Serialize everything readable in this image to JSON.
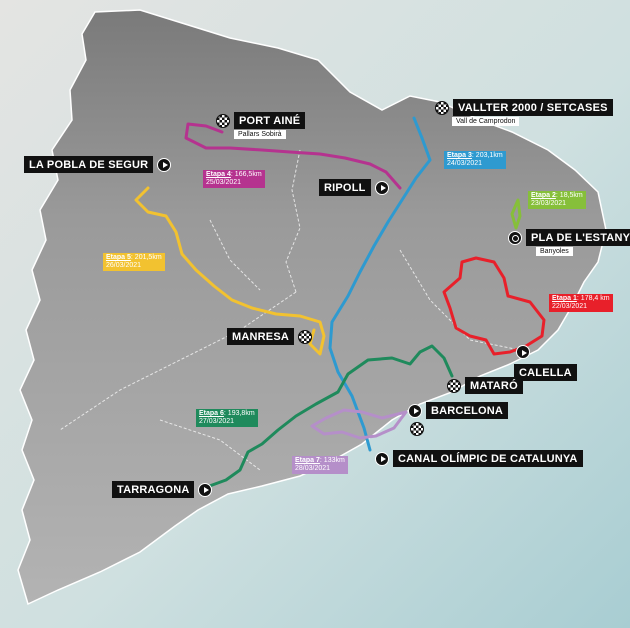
{
  "colors": {
    "sea": "#c4d8da",
    "land": "#8e8e8e",
    "stage1": "#e8202a",
    "stage2": "#86bf3a",
    "stage3": "#2e9ad0",
    "stage4": "#b5338f",
    "stage5": "#f2c230",
    "stage6": "#1f8a5c",
    "stage7": "#b58fc9"
  },
  "cities": [
    {
      "id": "port-aine",
      "label": "PORT AINÉ",
      "sub": "Pallars Sobirà",
      "marker": "finish"
    },
    {
      "id": "valter",
      "label": "VALLTER 2000 / SETCASES",
      "sub": "Vall de Camprodon",
      "marker": "finish"
    },
    {
      "id": "pobla",
      "label": "LA POBLA DE SEGUR",
      "sub": "",
      "marker": "start"
    },
    {
      "id": "ripoll",
      "label": "RIPOLL",
      "sub": "",
      "marker": "start"
    },
    {
      "id": "estany",
      "label": "PLA DE L'ESTANY",
      "sub": "Banyoles",
      "marker": "loop"
    },
    {
      "id": "manresa",
      "label": "MANRESA",
      "sub": "",
      "marker": "finish"
    },
    {
      "id": "calella",
      "label": "CALELLA",
      "sub": "",
      "marker": "start"
    },
    {
      "id": "mataro",
      "label": "MATARÓ",
      "sub": "",
      "marker": "finish"
    },
    {
      "id": "barcelona",
      "label": "BARCELONA",
      "sub": "",
      "marker": "finish"
    },
    {
      "id": "canal",
      "label": "CANAL OLÍMPIC DE CATALUNYA",
      "sub": "",
      "marker": "start"
    },
    {
      "id": "tarragona",
      "label": "TARRAGONA",
      "sub": "",
      "marker": "start"
    }
  ],
  "stages": [
    {
      "id": "s1",
      "name": "Etapa 1",
      "dist": ": 178,4 km",
      "date": "22/03/2021"
    },
    {
      "id": "s2",
      "name": "Etapa 2",
      "dist": ": 18,5km",
      "date": "23/03/2021"
    },
    {
      "id": "s3",
      "name": "Etapa 3",
      "dist": ": 203,1km",
      "date": "24/03/2021"
    },
    {
      "id": "s4",
      "name": "Etapa 4",
      "dist": ": 166,5km",
      "date": "25/03/2021"
    },
    {
      "id": "s5",
      "name": "Etapa 5",
      "dist": ": 201,5km",
      "date": "26/03/2021"
    },
    {
      "id": "s6",
      "name": "Etapa 6",
      "dist": ": 193,8km",
      "date": "27/03/2021"
    },
    {
      "id": "s7",
      "name": "Etapa 7",
      "dist": ": 133km",
      "date": "28/03/2021"
    }
  ]
}
